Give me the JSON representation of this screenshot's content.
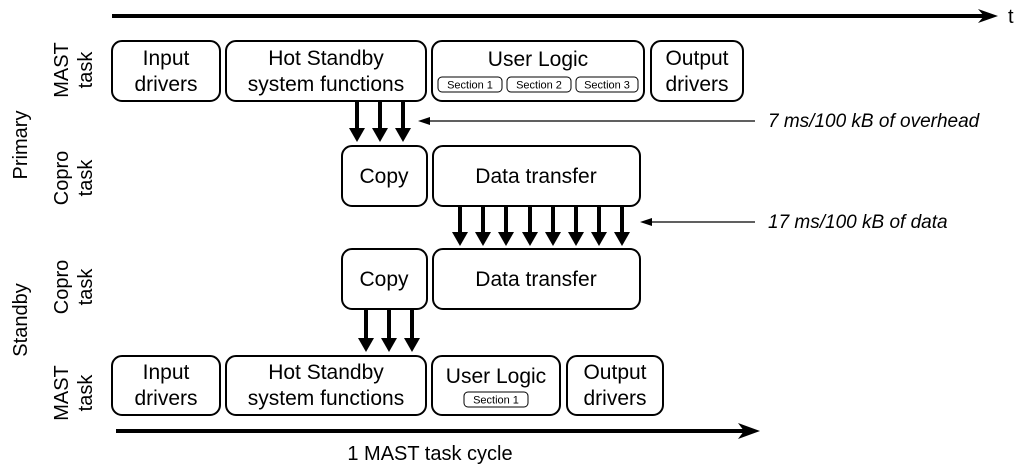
{
  "time_axis_label": "t",
  "cycle_label": "1 MAST task cycle",
  "notes": {
    "overhead": "7 ms/100 kB of overhead",
    "data": "17 ms/100 kB of data"
  },
  "groups": {
    "primary": "Primary",
    "standby": "Standby"
  },
  "rows": {
    "primary_mast": [
      "MAST",
      "task"
    ],
    "primary_copro": [
      "Copro",
      "task"
    ],
    "standby_copro": [
      "Copro",
      "task"
    ],
    "standby_mast": [
      "MAST",
      "task"
    ]
  },
  "primary_mast": {
    "input": [
      "Input",
      "drivers"
    ],
    "hot_standby": [
      "Hot Standby",
      "system functions"
    ],
    "user_logic": "User Logic",
    "sections": [
      "Section 1",
      "Section 2",
      "Section 3"
    ],
    "output": [
      "Output",
      "drivers"
    ]
  },
  "primary_copro": {
    "copy": "Copy",
    "data_transfer": "Data transfer"
  },
  "standby_copro": {
    "copy": "Copy",
    "data_transfer": "Data transfer"
  },
  "standby_mast": {
    "input": [
      "Input",
      "drivers"
    ],
    "hot_standby": [
      "Hot Standby",
      "system functions"
    ],
    "user_logic": "User Logic",
    "sections": [
      "Section 1"
    ],
    "output": [
      "Output",
      "drivers"
    ]
  }
}
